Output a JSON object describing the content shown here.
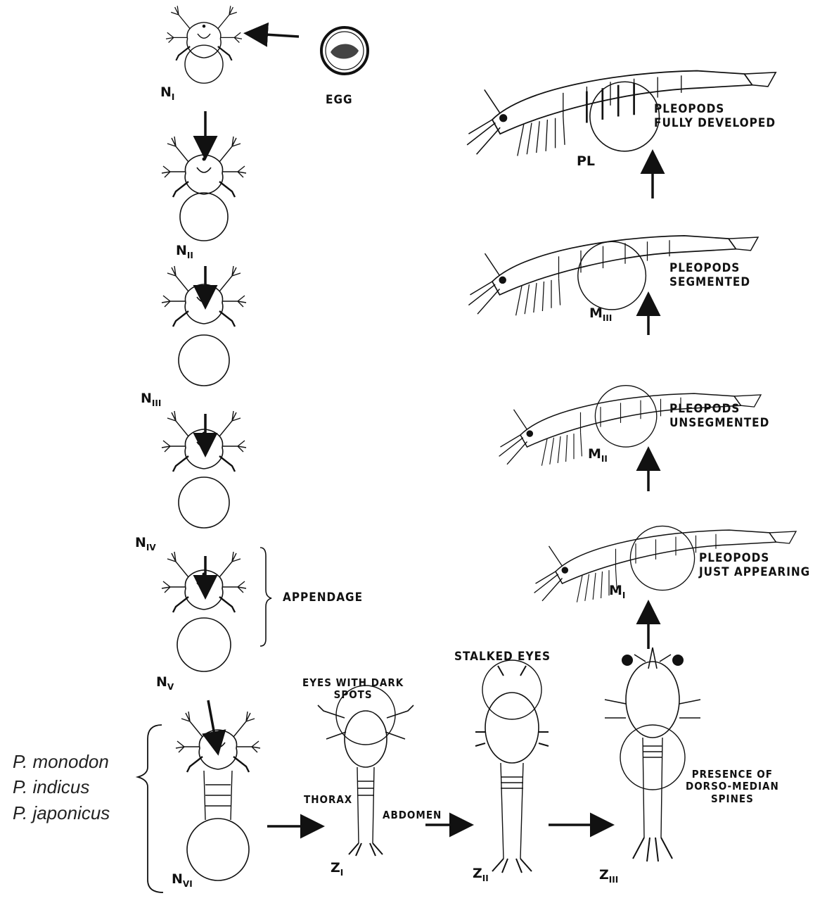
{
  "stages": {
    "egg": "EGG",
    "n1": {
      "base": "N",
      "sub": "I"
    },
    "n2": {
      "base": "N",
      "sub": "II"
    },
    "n3": {
      "base": "N",
      "sub": "III"
    },
    "n4": {
      "base": "N",
      "sub": "IV"
    },
    "n5": {
      "base": "N",
      "sub": "V"
    },
    "n6": {
      "base": "N",
      "sub": "VI"
    },
    "z1": {
      "base": "Z",
      "sub": "I"
    },
    "z2": {
      "base": "Z",
      "sub": "II"
    },
    "z3": {
      "base": "Z",
      "sub": "III"
    },
    "m1": {
      "base": "M",
      "sub": "I"
    },
    "m2": {
      "base": "M",
      "sub": "II"
    },
    "m3": {
      "base": "M",
      "sub": "III"
    },
    "pl": "PL"
  },
  "annotations": {
    "appendage": "APPENDAGE",
    "eyes_dark_spots_1": "EYES WITH DARK",
    "eyes_dark_spots_2": "SPOTS",
    "stalked_eyes": "STALKED EYES",
    "thorax": "THORAX",
    "abdomen": "ABDOMEN",
    "spines_1": "PRESENCE OF",
    "spines_2": "DORSO-MEDIAN",
    "spines_3": "SPINES",
    "m1_note_1": "PLEOPODS",
    "m1_note_2": "JUST APPEARING",
    "m2_note_1": "PLEOPODS",
    "m2_note_2": "UNSEGMENTED",
    "m3_note_1": "PLEOPODS",
    "m3_note_2": "SEGMENTED",
    "pl_note_1": "PLEOPODS",
    "pl_note_2": "FULLY DEVELOPED"
  },
  "species": [
    "P. monodon",
    "P. indicus",
    "P. japonicus"
  ]
}
